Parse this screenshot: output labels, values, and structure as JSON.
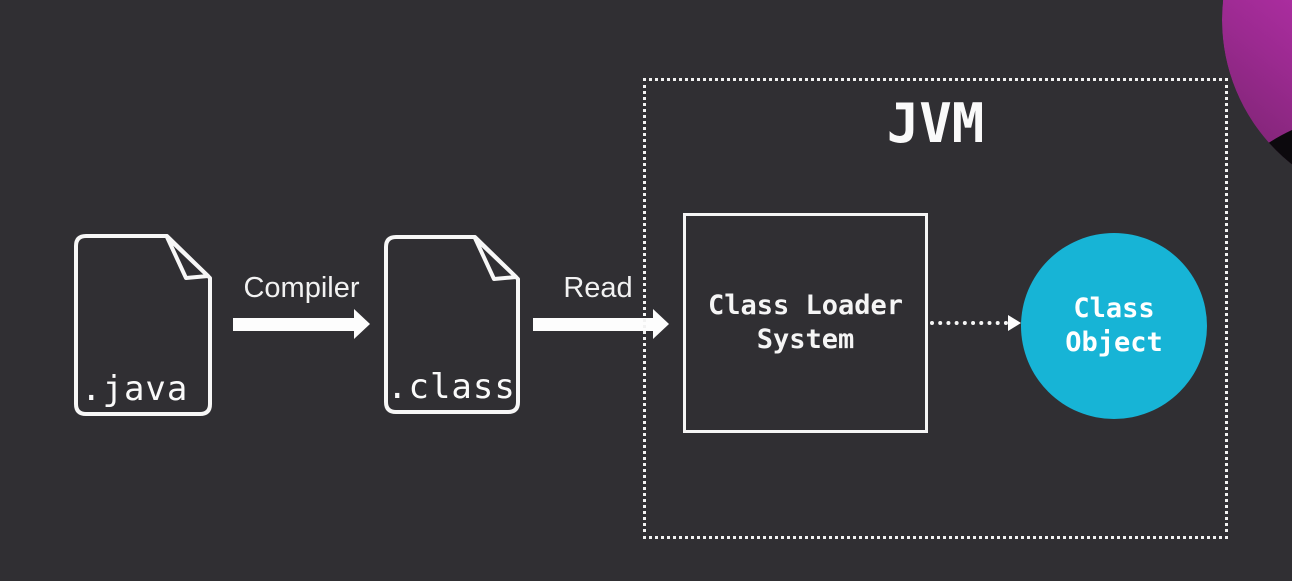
{
  "slide": {
    "background_color": "#302f33",
    "stroke_color": "#f5f5f5",
    "flow": {
      "java_file": {
        "icon": "document-file-icon",
        "label": ".java"
      },
      "compiler_step": {
        "label": "Compiler",
        "arrow": "solid-right-arrow"
      },
      "class_file": {
        "icon": "document-file-icon",
        "label": ".class"
      },
      "read_step": {
        "label": "Read",
        "arrow": "solid-right-arrow"
      },
      "jvm": {
        "title": "JVM",
        "border_style": "dotted",
        "class_loader": {
          "line1": "Class Loader",
          "line2": "System"
        },
        "connector": "dotted-right-arrow",
        "class_object": {
          "line1": "Class",
          "line2": "Object",
          "fill_color": "#17b4d6"
        }
      }
    },
    "overlay": {
      "purple_color": "#a92ba0",
      "dark_color": "#0c090d"
    }
  }
}
